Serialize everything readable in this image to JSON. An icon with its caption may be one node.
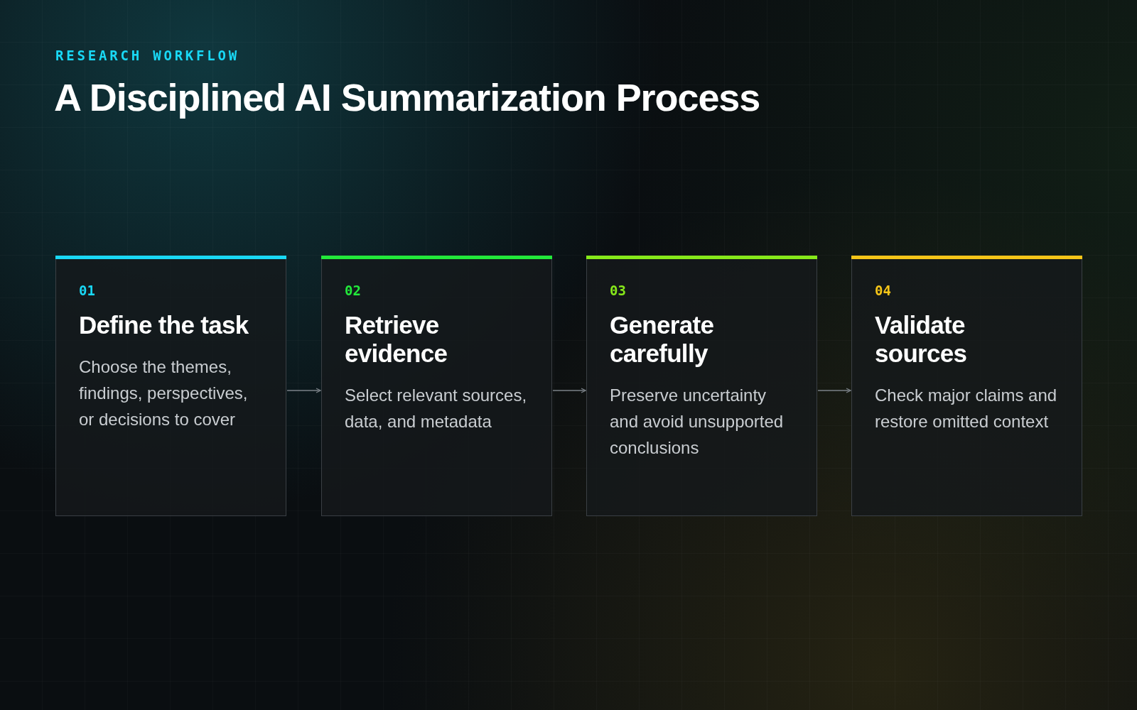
{
  "diagram": {
    "title": "A Disciplined AI Summarization Process",
    "nodes": [
      {
        "text": [
          "01",
          "Define the task",
          "Choose the themes, findings, perspectives, or decisions to cover"
        ]
      },
      {
        "text": [
          "02",
          "Retrieve evidence",
          "Select relevant sources, data, and metadata"
        ]
      },
      {
        "text": [
          "03",
          "Generate carefully",
          "Preserve uncertainty and avoid unsupported conclusions"
        ]
      },
      {
        "text": [
          "04",
          "Validate sources",
          "Check major claims and restore omitted context"
        ]
      }
    ],
    "edges": [
      {
        "from": 0,
        "to": 1,
        "arrow": "to"
      },
      {
        "from": 1,
        "to": 2,
        "arrow": "to"
      },
      {
        "from": 2,
        "to": 3,
        "arrow": "to"
      }
    ],
    "labels": [
      "RESEARCH WORKFLOW"
    ]
  }
}
